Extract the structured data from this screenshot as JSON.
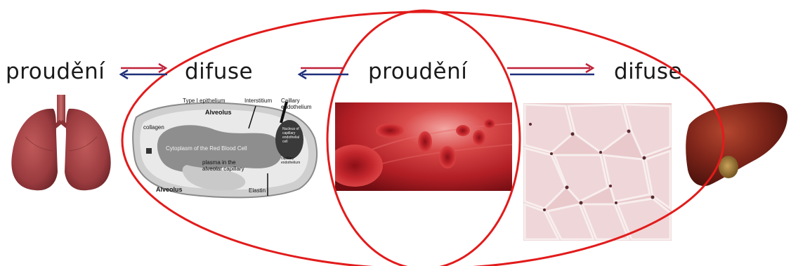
{
  "labels": {
    "flow_left": "proudění",
    "diffusion_left": "difuse",
    "flow_center": "proudění",
    "diffusion_right": "difuse"
  },
  "micrograph": {
    "type_i_epithelium": "Type I epithelium",
    "interstitium": "Interstitium",
    "capillary_endothelium": "Caillary\nendothelium",
    "alveolus_top": "Alveolus",
    "collagen": "collagen",
    "nucleus": "Nucleus of\ncapillary\nendothelial\ncell",
    "cytoplasm_rbc": "Cytoplasm of the Red Blood Cell",
    "plasma": "plasma in the\nalveolar capillary",
    "capillary_endothelium_lower": "capillary\nendothelium",
    "alveolus_bottom": "Alveolus",
    "elastin": "Elastin"
  },
  "colors": {
    "ellipse_red": "#e21b1b",
    "arrow_red": "#c0223a",
    "arrow_blue": "#1f2f7a",
    "label_text": "#1a1a1a"
  },
  "icons": [
    "lungs-image",
    "alveolar-capillary-micrograph",
    "red-blood-cells-in-vessel",
    "muscle-tissue-micrograph",
    "liver-image"
  ]
}
